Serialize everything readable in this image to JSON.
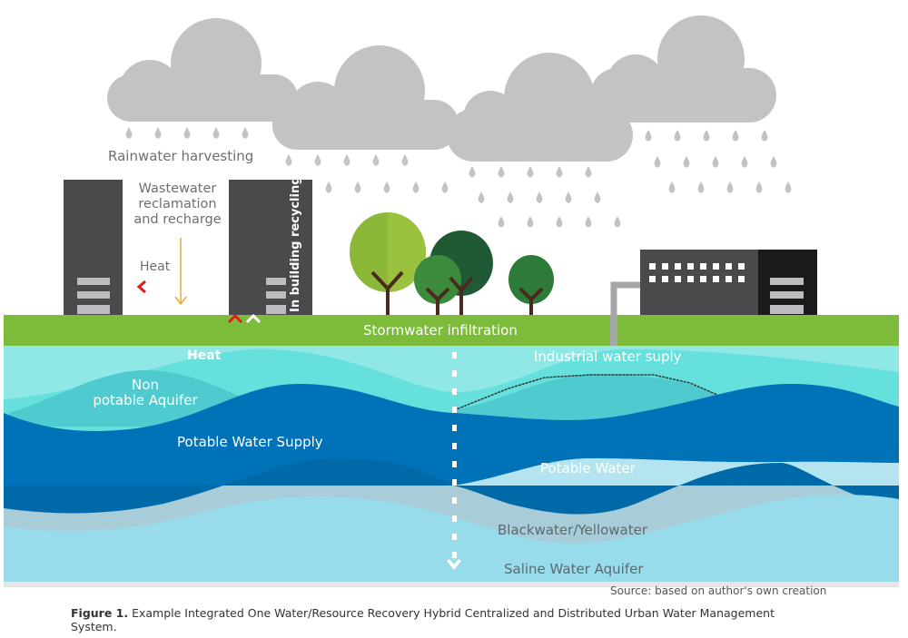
{
  "labels": {
    "rainwater": "Rainwater harvesting",
    "wastewater": [
      "Wastewater",
      "reclamation",
      "and recharge"
    ],
    "heat_top": "Heat",
    "in_building": "In building recycling",
    "stormwater": "Stormwater infiltration",
    "heat_water": "Heat",
    "industrial": "Industrial water suply",
    "non_potable": [
      "Non",
      "potable Aquifer"
    ],
    "potable_supply": "Potable Water Supply",
    "potable_water": "Potable Water",
    "blackwater": "Blackwater/Yellowater",
    "saline": "Saline Water Aquifer"
  },
  "source": "Source: based on author's own creation",
  "caption": {
    "bold": "Figure 1.",
    "text": " Example Integrated One Water/Resource Recovery Hybrid Centralized and Distributed Urban Water Management System."
  },
  "colors": {
    "cloud": "#c2c3c5",
    "grass": "#7dbb3a",
    "building": "#4a4a4c",
    "potable": "#0072b8",
    "cyan": "#66e0dc",
    "heat_arrow": "#e31b1b"
  }
}
